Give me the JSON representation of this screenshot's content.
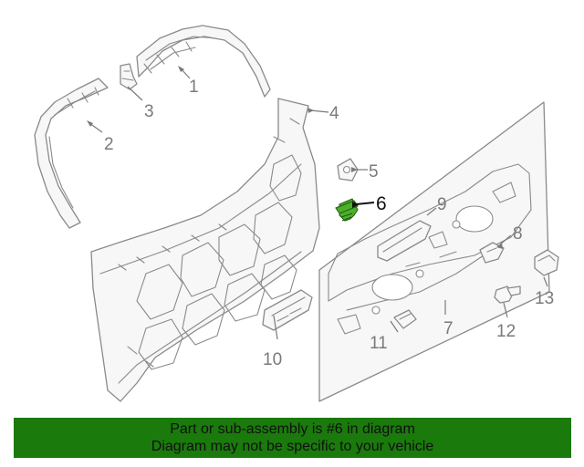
{
  "callouts": {
    "c1": "1",
    "c2": "2",
    "c3": "3",
    "c4": "4",
    "c5": "5",
    "c6": "6",
    "c7": "7",
    "c8": "8",
    "c9": "9",
    "c10": "10",
    "c11": "11",
    "c12": "12",
    "c13": "13"
  },
  "highlighted_part": "6",
  "colors": {
    "banner_background": "#1a7a0c",
    "highlight_part": "#4caf2a",
    "line_art": "#8a8a8a"
  },
  "banner": {
    "line1": "Part or sub-assembly is #6 in diagram",
    "line2": "Diagram may not be specific to your vehicle"
  }
}
